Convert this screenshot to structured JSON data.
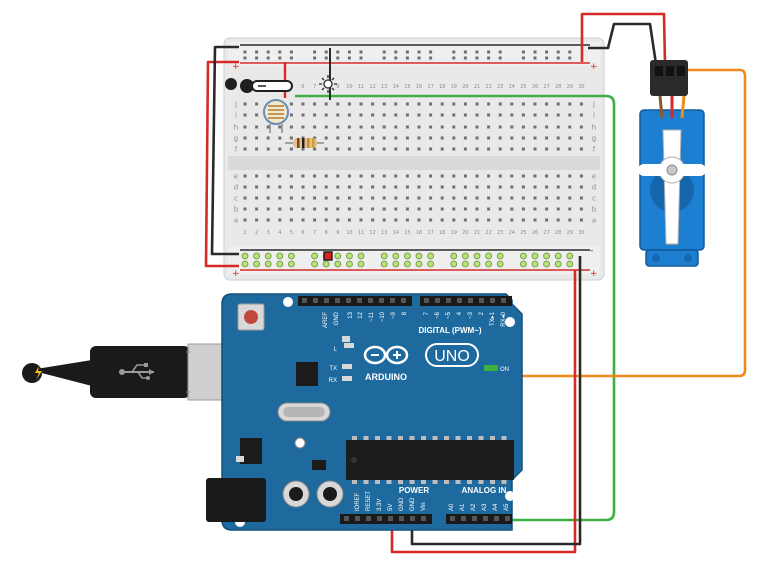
{
  "breadboard": {
    "row_letters_top": [
      "j",
      "i",
      "h",
      "g",
      "f"
    ],
    "row_letters_bottom": [
      "e",
      "d",
      "c",
      "b",
      "a"
    ],
    "column_numbers": [
      "1",
      "2",
      "3",
      "4",
      "5",
      "6",
      "7",
      "8",
      "9",
      "10",
      "11",
      "12",
      "13",
      "14",
      "15",
      "16",
      "17",
      "18",
      "19",
      "20",
      "21",
      "22",
      "23",
      "24",
      "25",
      "26",
      "27",
      "28",
      "29",
      "30"
    ],
    "rail_plus": "+",
    "rail_minus": "-"
  },
  "arduino": {
    "brand": "ARDUINO",
    "model": "UNO",
    "digital_header_label": "DIGITAL (PWM~)",
    "top_pin_labels": [
      "AREF",
      "GND",
      "13",
      "12",
      "~11",
      "~10",
      "~9",
      "8",
      "7",
      "~6",
      "~5",
      "4",
      "~3",
      "2",
      "TX▸1",
      "RX◂0"
    ],
    "led_labels": {
      "l": "L",
      "tx": "TX",
      "rx": "RX",
      "on": "ON"
    },
    "power_label": "POWER",
    "analog_label": "ANALOG IN",
    "power_pin_labels": [
      "IOREF",
      "RESET",
      "3.3V",
      "5V",
      "GND",
      "GND",
      "Vin"
    ],
    "analog_pin_labels": [
      "A0",
      "A1",
      "A2",
      "A3",
      "A4",
      "A5"
    ]
  },
  "colors": {
    "board": "#1e6a9e",
    "wire_red": "#d62a2a",
    "wire_black": "#2a2a2a",
    "wire_green": "#3cb043",
    "wire_orange": "#f08a1c",
    "servo": "#1d7fd1"
  },
  "icons": [
    "usb-symbol-icon",
    "lightning-icon",
    "sun-icon",
    "ldr-icon",
    "resistor-icon"
  ]
}
